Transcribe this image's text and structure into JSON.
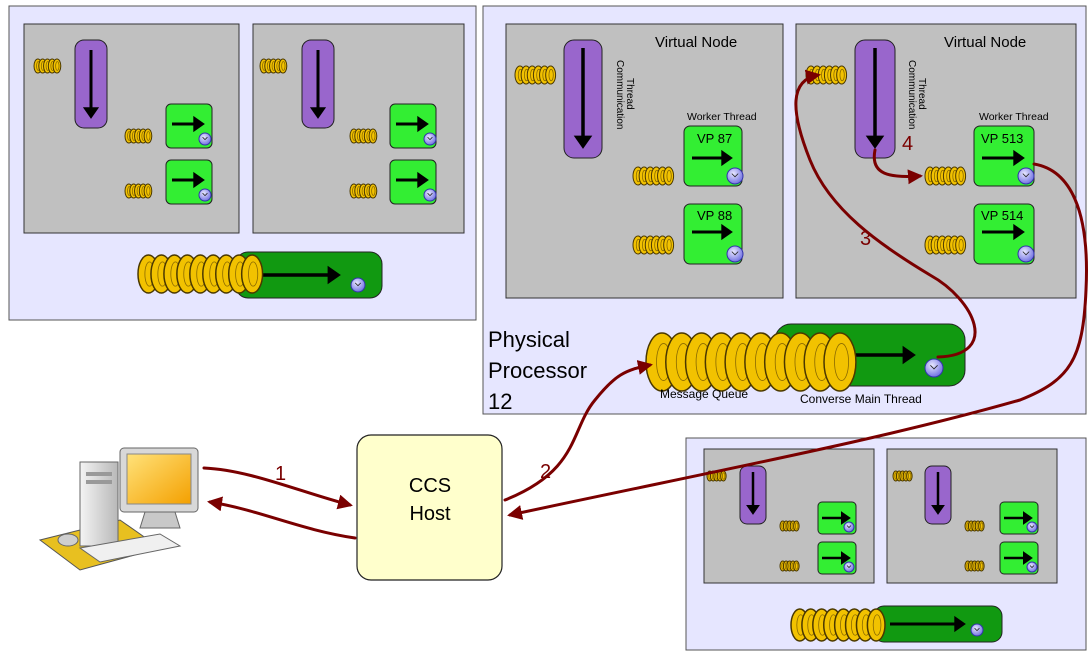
{
  "colors": {
    "processor_bg": "#e6e6ff",
    "node_bg": "#c0c0c0",
    "comm_thread": "#9966cc",
    "worker_thread": "#33ee33",
    "main_thread": "#119911",
    "coin": "#ffcc00",
    "arrow_path": "#7a0000",
    "ccs_host_bg": "#ffffcc"
  },
  "processor_12": {
    "title_line1": "Physical",
    "title_line2": "Processor",
    "title_line3": "12",
    "message_queue_label": "Message Queue",
    "main_thread_label": "Converse Main Thread",
    "virtual_node_label": "Virtual Node",
    "worker_thread_label": "Worker Thread",
    "comm_thread_line1": "Communication",
    "comm_thread_line2": "Thread",
    "vps": [
      "VP 87",
      "VP 88",
      "VP 513",
      "VP 514"
    ]
  },
  "ccs_host": {
    "line1": "CCS",
    "line2": "Host"
  },
  "steps": [
    "1",
    "2",
    "3",
    "4"
  ],
  "icons": [
    "desktop-computer-icon",
    "message-coins-icon",
    "thread-arrow-icon",
    "clock-icon"
  ]
}
